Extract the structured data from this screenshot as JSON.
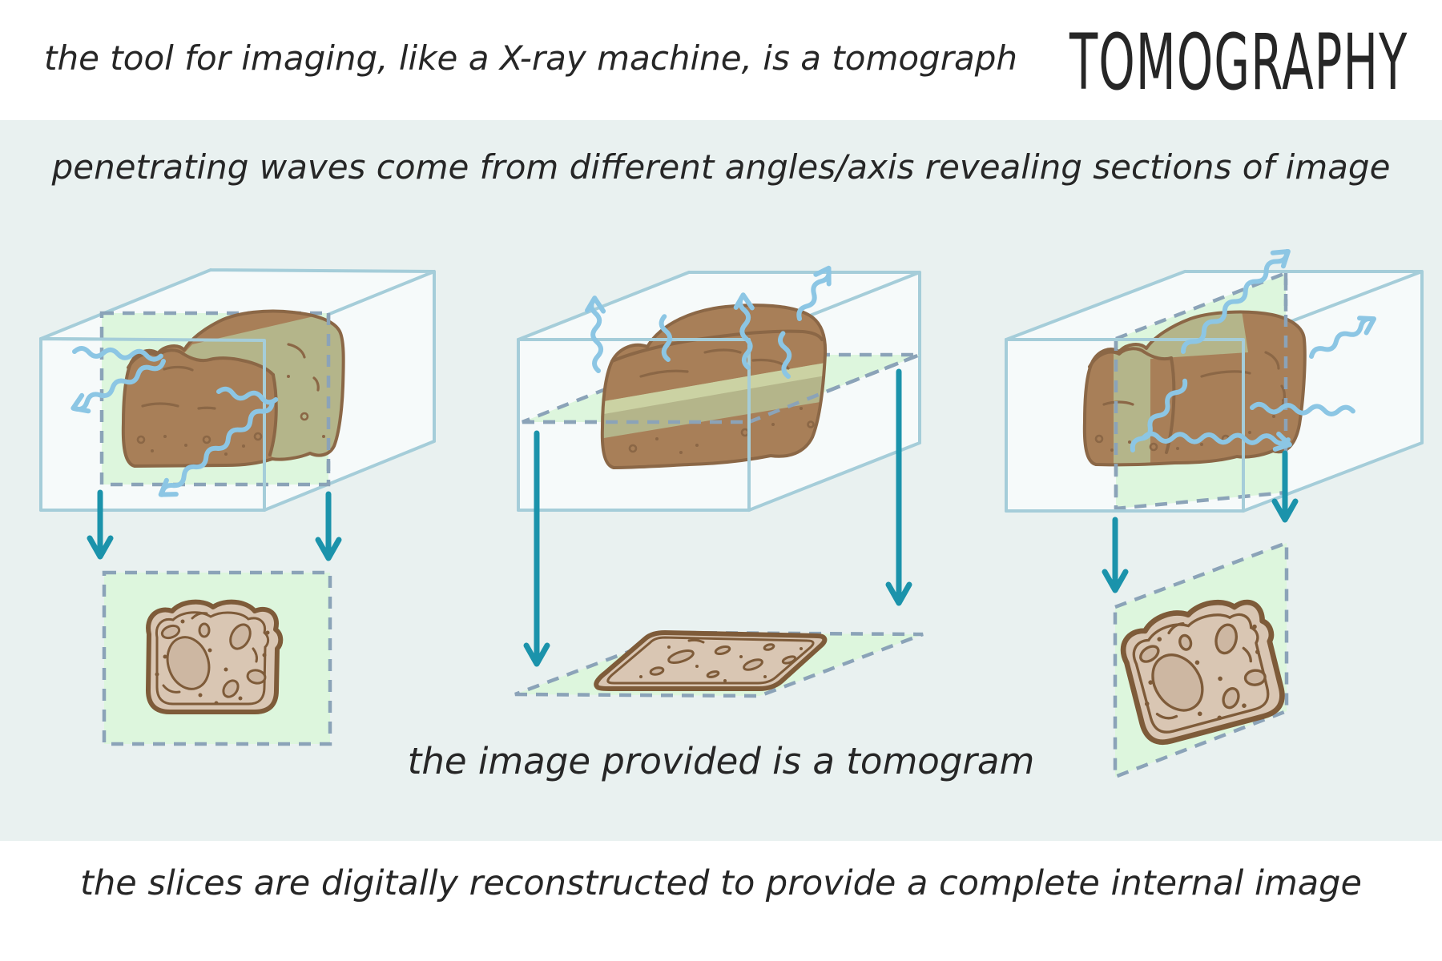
{
  "title": {
    "text": "TOMOGRAPHY"
  },
  "captions": {
    "top": "the tool for imaging, like a X-ray machine, is a tomograph",
    "waves": "penetrating waves come from different angles/axis revealing sections of image",
    "tomogram": "the image provided is a tomogram",
    "bottom": "the slices are digitally reconstructed to provide a complete internal image"
  },
  "colors": {
    "page_bg": "#ffffff",
    "band_bg": "#e9f1f0",
    "box_outline": "#a5cdd9",
    "box_face": "#f6fafa",
    "dashed_plane": "#8ba3b8",
    "plane_green": "#ddf6dd",
    "wave_blue": "#8cc6e4",
    "arrow_teal": "#1b93ab",
    "bread_crust": "#a87f58",
    "bread_outline": "#8b6746",
    "bread_cut_olive": "#b5ba8e",
    "bread_cut_olive_light": "#ccd4a4",
    "slice_crumb": "#d9c6b3",
    "slice_outline": "#7e5b39",
    "slice_hole": "#cdb7a2",
    "ink": "#262626"
  }
}
